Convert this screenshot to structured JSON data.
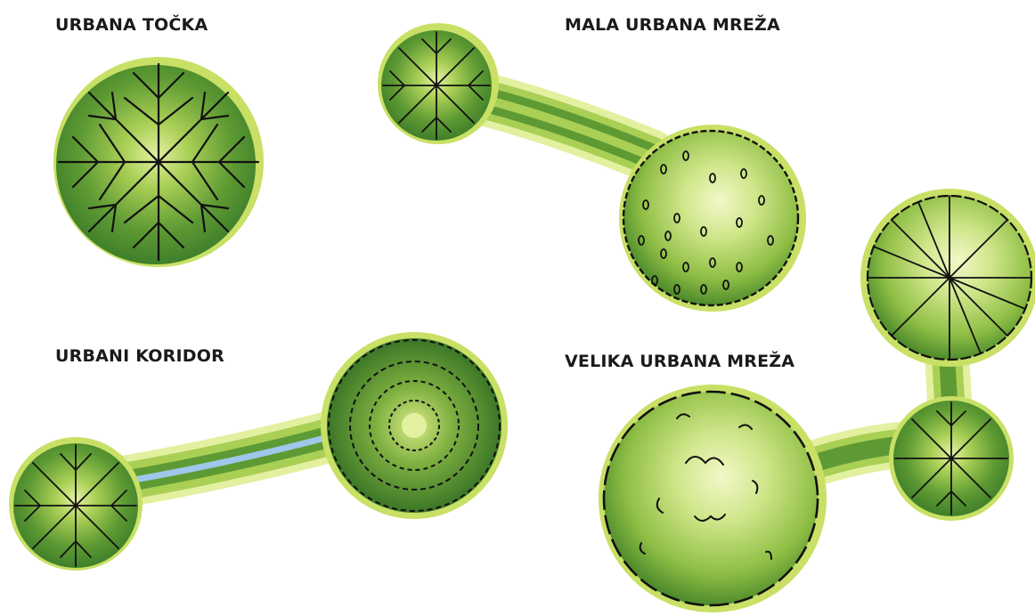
{
  "labels": {
    "urbana_tocka": "URBANA TOČKA",
    "mala_urbana_mreza": "MALA URBANA MREŽA",
    "urbani_koridor": "URBANI KORIDOR",
    "velika_urbana_mreza": "VELIKA URBANA MREŽA"
  },
  "colors": {
    "light_green": "#c8e065",
    "mid_green": "#7fb040",
    "dark_green": "#3f7f2a",
    "deep_green": "#2e6b22",
    "pale_green": "#e3f0a0",
    "water_blue": "#9ec8ea",
    "ink": "#111111"
  }
}
